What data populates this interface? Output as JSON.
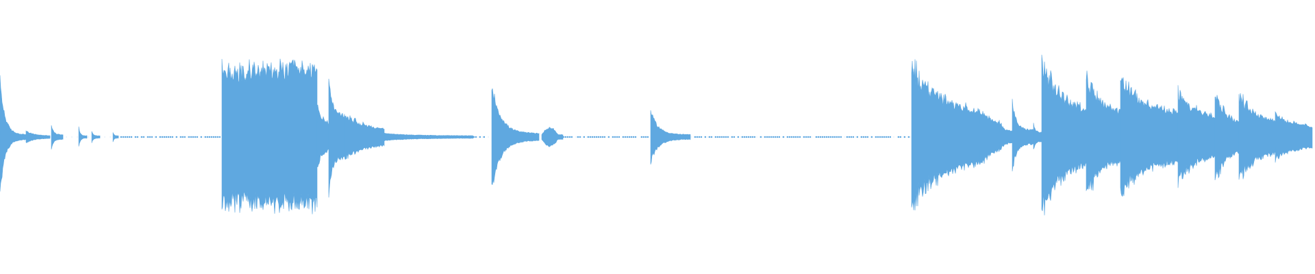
{
  "waveform": {
    "color": "#5fa8e0",
    "background": "#ffffff",
    "segments": [
      {
        "start": 0.0,
        "end": 0.02,
        "peak": 0.48,
        "shape": "attack-decay",
        "floor": 0.02
      },
      {
        "start": 0.02,
        "end": 0.038,
        "peak": 0.05,
        "shape": "tail",
        "floor": 0.01
      },
      {
        "start": 0.039,
        "end": 0.048,
        "peak": 0.1,
        "shape": "attack-decay",
        "floor": 0.02
      },
      {
        "start": 0.06,
        "end": 0.066,
        "peak": 0.08,
        "shape": "attack-decay",
        "floor": 0.01
      },
      {
        "start": 0.07,
        "end": 0.076,
        "peak": 0.05,
        "shape": "attack-decay",
        "floor": 0.01
      },
      {
        "start": 0.086,
        "end": 0.09,
        "peak": 0.04,
        "shape": "attack-decay",
        "floor": 0.01
      },
      {
        "start": 0.09,
        "end": 0.168,
        "peak": 0.01,
        "shape": "dotted",
        "floor": 0.005
      },
      {
        "start": 0.169,
        "end": 0.241,
        "peak": 0.62,
        "shape": "dense",
        "floor": 0.4
      },
      {
        "start": 0.241,
        "end": 0.25,
        "peak": 0.3,
        "shape": "dense-decay",
        "floor": 0.1
      },
      {
        "start": 0.25,
        "end": 0.262,
        "peak": 0.55,
        "shape": "attack-decay",
        "floor": 0.18
      },
      {
        "start": 0.262,
        "end": 0.292,
        "peak": 0.22,
        "shape": "dense-decay",
        "floor": 0.06
      },
      {
        "start": 0.292,
        "end": 0.36,
        "peak": 0.03,
        "shape": "tail",
        "floor": 0.01
      },
      {
        "start": 0.36,
        "end": 0.369,
        "peak": 0.01,
        "shape": "dotted",
        "floor": 0.005
      },
      {
        "start": 0.374,
        "end": 0.41,
        "peak": 0.45,
        "shape": "attack-decay",
        "floor": 0.03
      },
      {
        "start": 0.412,
        "end": 0.428,
        "peak": 0.08,
        "shape": "swell",
        "floor": 0.02
      },
      {
        "start": 0.428,
        "end": 0.494,
        "peak": 0.01,
        "shape": "dotted",
        "floor": 0.005
      },
      {
        "start": 0.495,
        "end": 0.525,
        "peak": 0.22,
        "shape": "attack-decay",
        "floor": 0.02
      },
      {
        "start": 0.525,
        "end": 0.692,
        "peak": 0.01,
        "shape": "dotted",
        "floor": 0.005
      },
      {
        "start": 0.693,
        "end": 0.745,
        "peak": 0.68,
        "shape": "dense-decay",
        "floor": 0.18
      },
      {
        "start": 0.745,
        "end": 0.76,
        "peak": 0.3,
        "shape": "dense-decay",
        "floor": 0.1
      },
      {
        "start": 0.76,
        "end": 0.77,
        "peak": 0.14,
        "shape": "dense-decay",
        "floor": 0.04
      },
      {
        "start": 0.77,
        "end": 0.786,
        "peak": 0.3,
        "shape": "attack-decay",
        "floor": 0.06
      },
      {
        "start": 0.786,
        "end": 0.792,
        "peak": 0.12,
        "shape": "attack-decay",
        "floor": 0.04
      },
      {
        "start": 0.792,
        "end": 0.826,
        "peak": 0.7,
        "shape": "dense-decay",
        "floor": 0.2
      },
      {
        "start": 0.826,
        "end": 0.852,
        "peak": 0.56,
        "shape": "dense-decay",
        "floor": 0.18
      },
      {
        "start": 0.852,
        "end": 0.896,
        "peak": 0.54,
        "shape": "dense-decay",
        "floor": 0.18
      },
      {
        "start": 0.896,
        "end": 0.924,
        "peak": 0.42,
        "shape": "dense-decay",
        "floor": 0.16
      },
      {
        "start": 0.924,
        "end": 0.942,
        "peak": 0.45,
        "shape": "dense-decay",
        "floor": 0.1
      },
      {
        "start": 0.942,
        "end": 0.97,
        "peak": 0.4,
        "shape": "dense-decay",
        "floor": 0.12
      },
      {
        "start": 0.97,
        "end": 0.998,
        "peak": 0.22,
        "shape": "dense-decay",
        "floor": 0.08
      }
    ]
  }
}
